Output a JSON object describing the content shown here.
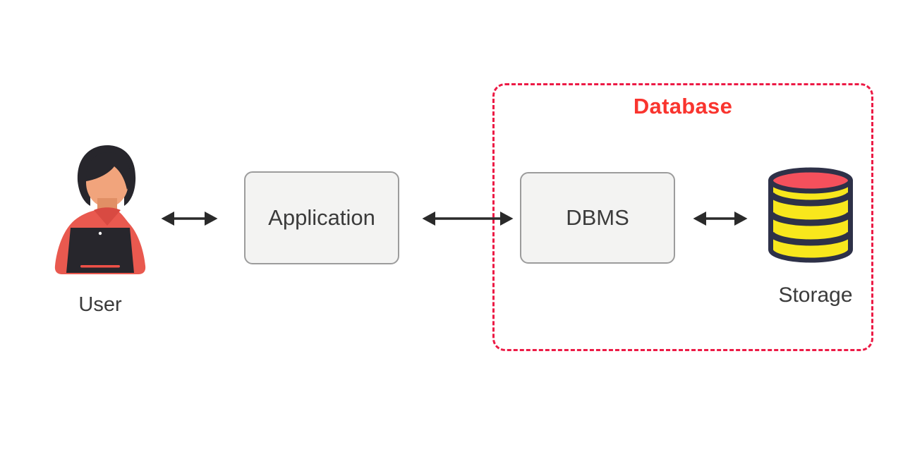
{
  "groups": {
    "database": {
      "label": "Database"
    }
  },
  "nodes": {
    "user": {
      "label": "User",
      "icon": "person-at-laptop-icon"
    },
    "application": {
      "label": "Application"
    },
    "dbms": {
      "label": "DBMS"
    },
    "storage": {
      "label": "Storage",
      "icon": "database-cylinder-icon"
    }
  },
  "connections": [
    {
      "from": "user",
      "to": "application",
      "style": "double-headed-arrow"
    },
    {
      "from": "application",
      "to": "dbms",
      "style": "double-headed-arrow"
    },
    {
      "from": "dbms",
      "to": "storage",
      "style": "double-headed-arrow"
    }
  ],
  "colors": {
    "box_fill": "#f3f3f2",
    "box_border": "#9c9c9c",
    "text": "#3b3b3b",
    "accent_red": "#f9342e",
    "dashed_border": "#ec1a45",
    "arrow": "#2a2a2a",
    "cylinder_yellow": "#f8e71c",
    "cylinder_top_red": "#f4505c",
    "cylinder_outline": "#2e3148",
    "avatar_shirt": "#e9594f",
    "avatar_collar": "#d84a42",
    "avatar_skin": "#f1a47c",
    "avatar_skin_shadow": "#e18f65",
    "avatar_dark": "#27262c",
    "laptop_line": "#ef5047"
  }
}
